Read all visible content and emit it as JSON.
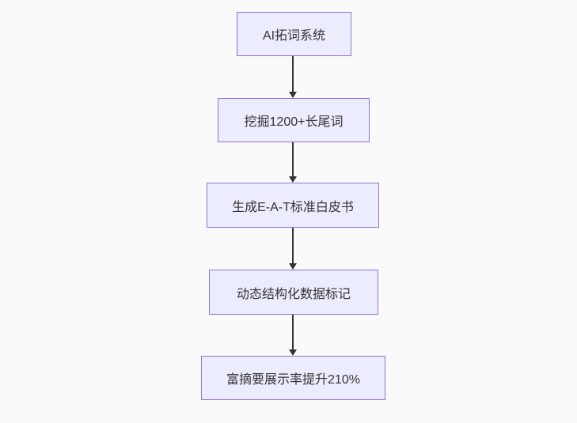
{
  "flowchart": {
    "type": "flowchart",
    "direction": "top-down",
    "nodes": [
      {
        "id": "node1",
        "label": "AI拓词系统"
      },
      {
        "id": "node2",
        "label": "挖掘1200+长尾词"
      },
      {
        "id": "node3",
        "label": "生成E-A-T标准白皮书"
      },
      {
        "id": "node4",
        "label": "动态结构化数据标记"
      },
      {
        "id": "node5",
        "label": "富摘要展示率提升210%"
      }
    ],
    "edges": [
      {
        "from": "node1",
        "to": "node2",
        "style": "arrow-down"
      },
      {
        "from": "node2",
        "to": "node3",
        "style": "arrow-down"
      },
      {
        "from": "node3",
        "to": "node4",
        "style": "arrow-down"
      },
      {
        "from": "node4",
        "to": "node5",
        "style": "arrow-down"
      }
    ]
  },
  "colors": {
    "node_fill": "#ECECFF",
    "node_border": "#9370DB",
    "edge": "#333333",
    "text": "#333333",
    "background": "#FAFAFA"
  }
}
